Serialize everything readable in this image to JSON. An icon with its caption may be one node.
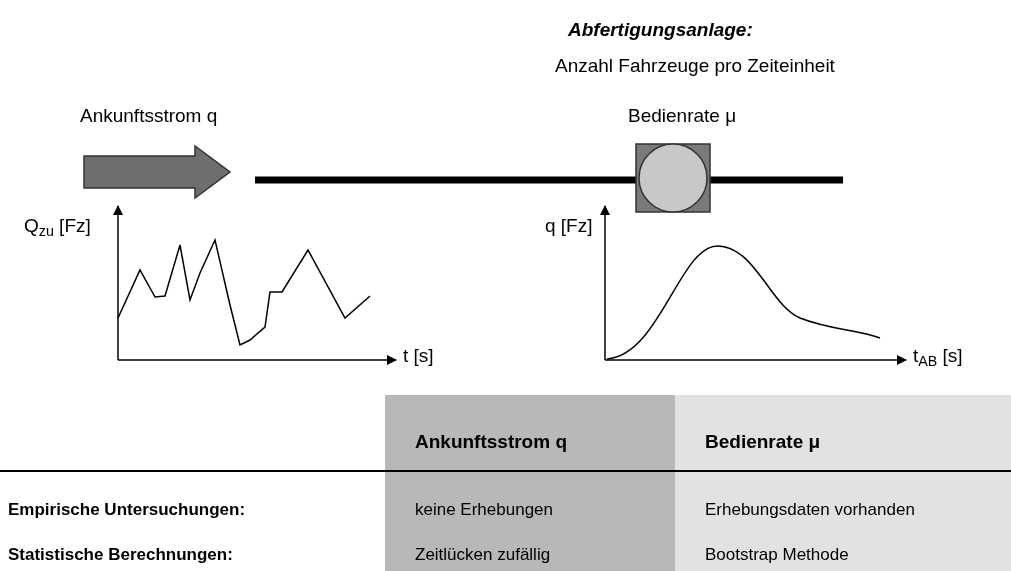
{
  "diagram": {
    "title": "Abfertigungsanlage:",
    "labels": [
      "Anzahl Fahrzeuge pro Zeiteinheit",
      "Ankunftsstrom q",
      "Bedienrate μ",
      "Q$_{zu}$ [Fz]",
      "t [s]",
      "q [Fz]",
      "t$_{AB}$ [s]",
      "Ankunftsstrom q",
      "Bedienrate μ",
      "Empirische Untersuchungen:",
      "keine Erhebungen",
      "Erhebungsdaten vorhanden",
      "Statistische Berechnungen:",
      "Zeitlücken zufällig",
      "Bootstrap Methode"
    ]
  }
}
